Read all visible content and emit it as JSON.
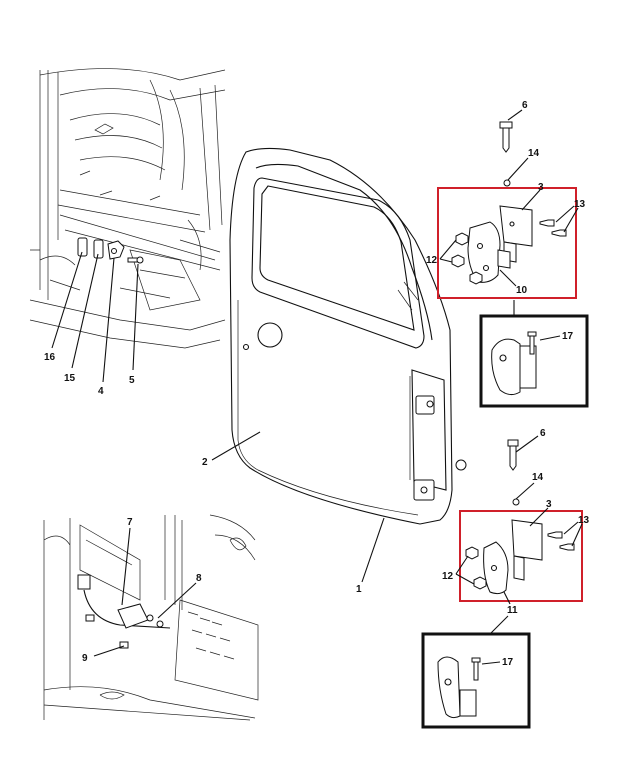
{
  "callouts": {
    "c1": "1",
    "c2": "2",
    "c3a": "3",
    "c3b": "3",
    "c4": "4",
    "c5": "5",
    "c6a": "6",
    "c6b": "6",
    "c7": "7",
    "c8": "8",
    "c9": "9",
    "c10": "10",
    "c11": "11",
    "c12a": "12",
    "c12b": "12",
    "c13a": "13",
    "c13b": "13",
    "c14a": "14",
    "c14b": "14",
    "c15": "15",
    "c16": "16",
    "c17a": "17",
    "c17b": "17"
  },
  "colors": {
    "highlight": "#d0202a",
    "detail_box": "#111111",
    "line": "#111111"
  },
  "highlights": [
    {
      "kind": "red-box",
      "parts": [
        "3",
        "10",
        "12",
        "13"
      ]
    },
    {
      "kind": "red-box",
      "parts": [
        "3",
        "11",
        "12",
        "13"
      ]
    },
    {
      "kind": "black-box",
      "parts": [
        "17"
      ]
    },
    {
      "kind": "black-box",
      "parts": [
        "17"
      ]
    }
  ]
}
